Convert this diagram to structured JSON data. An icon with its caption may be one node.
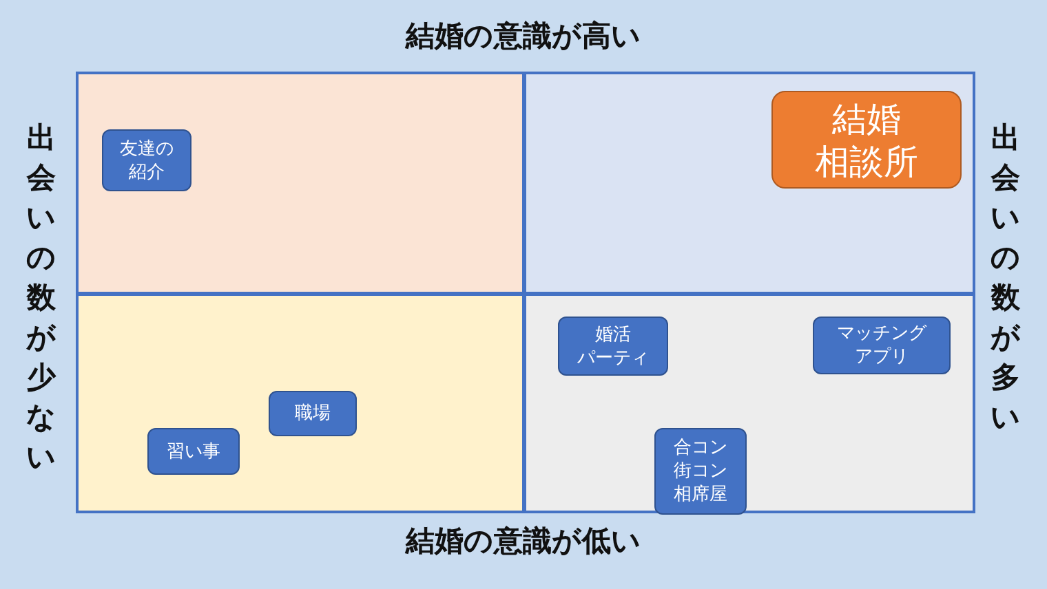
{
  "diagram": {
    "nodes": [
      {
        "text": [],
        "shape": "box"
      },
      {
        "text": [
          "友達の紹介"
        ],
        "in": 0
      },
      {
        "text": [],
        "shape": "box"
      },
      {
        "text": [
          "結婚相談所"
        ],
        "in": 2
      },
      {
        "text": [],
        "shape": "box"
      },
      {
        "text": [
          "職場"
        ],
        "in": 4
      },
      {
        "text": [
          "習い事"
        ],
        "in": 4
      },
      {
        "text": [],
        "shape": "box"
      },
      {
        "text": [
          "婚活パーティ"
        ],
        "in": 7
      },
      {
        "text": [
          "マッチングアプリ"
        ],
        "in": 7
      },
      {
        "text": [
          "合コン街コン相席屋"
        ],
        "in": 7
      }
    ],
    "labels": [
      "結婚の意識が高い",
      "出会いの数が少ない",
      "出会いの数が多い",
      "結婚の意識が低い"
    ]
  }
}
